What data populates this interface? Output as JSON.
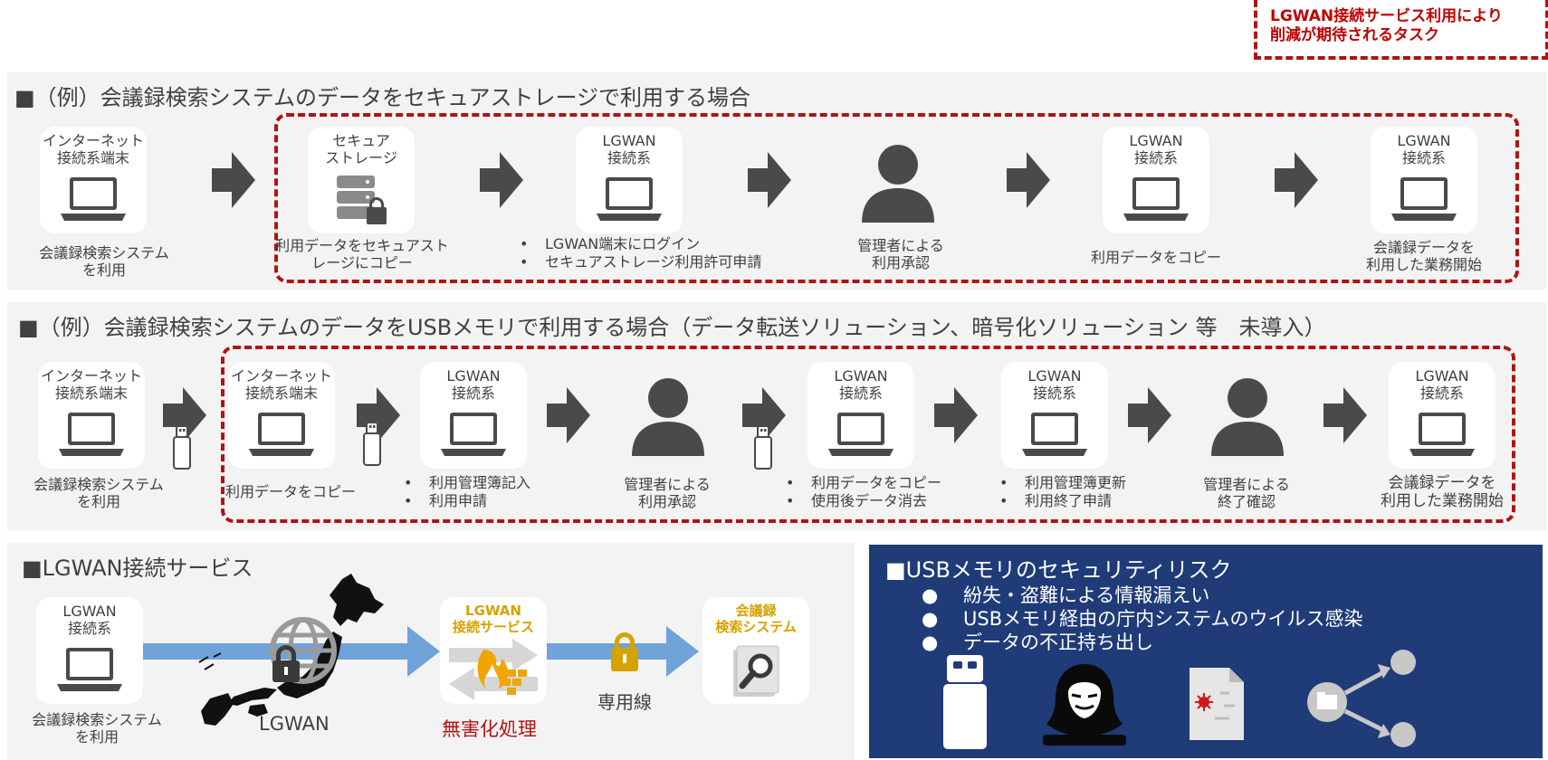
{
  "legend": {
    "line1": "LGWAN接続サービス利用により",
    "line2": "削減が期待されるタスク"
  },
  "section1": {
    "title": "■（例）会議録検索システムのデータをセキュアストレージで利用する場合",
    "cards": [
      {
        "l1": "インターネット",
        "l2": "接続系端末"
      },
      {
        "l1": "セキュア",
        "l2": "ストレージ"
      },
      {
        "l1": "LGWAN",
        "l2": "接続系"
      },
      {
        "l1": "LGWAN",
        "l2": "接続系"
      },
      {
        "l1": "LGWAN",
        "l2": "接続系"
      }
    ],
    "captions": {
      "c1a": "会議録検索システム",
      "c1b": "を利用",
      "c2a": "利用データをセキュアスト",
      "c2b": "レージにコピー",
      "c3a": "LGWAN端末にログイン",
      "c3b": "セキュアストレージ利用許可申請",
      "c4a": "管理者による",
      "c4b": "利用承認",
      "c5": "利用データをコピー",
      "c6a": "会議録データを",
      "c6b": "利用した業務開始"
    }
  },
  "section2": {
    "title": "■（例）会議録検索システムのデータをUSBメモリで利用する場合（データ転送ソリューション、暗号化ソリューション 等　未導入）",
    "cards": [
      {
        "l1": "インターネット",
        "l2": "接続系端末"
      },
      {
        "l1": "インターネット",
        "l2": "接続系端末"
      },
      {
        "l1": "LGWAN",
        "l2": "接続系"
      },
      {
        "l1": "LGWAN",
        "l2": "接続系"
      },
      {
        "l1": "LGWAN",
        "l2": "接続系"
      },
      {
        "l1": "LGWAN",
        "l2": "接続系"
      }
    ],
    "captions": {
      "c1a": "会議録検索システム",
      "c1b": "を利用",
      "c2": "利用データをコピー",
      "c3a": "利用管理簿記入",
      "c3b": "利用申請",
      "c4a": "管理者による",
      "c4b": "利用承認",
      "c5a": "利用データをコピー",
      "c5b": "使用後データ消去",
      "c6a": "利用管理簿更新",
      "c6b": "利用終了申請",
      "c7a": "管理者による",
      "c7b": "終了確認",
      "c8a": "会議録データを",
      "c8b": "利用した業務開始"
    }
  },
  "section3": {
    "title": "■LGWAN接続サービス",
    "card1": {
      "l1": "LGWAN",
      "l2": "接続系"
    },
    "card2": {
      "l1": "LGWAN",
      "l2": "接続サービス"
    },
    "card3": {
      "l1": "会議録",
      "l2": "検索システム"
    },
    "cap1a": "会議録検索システム",
    "cap1b": "を利用",
    "lgwan": "LGWAN",
    "sanitize": "無害化処理",
    "dedicated": "専用線"
  },
  "section4": {
    "title": "■USBメモリのセキュリティリスク",
    "items": [
      "紛失・盗難による情報漏えい",
      "USBメモリ経由の庁内システムのウイルス感染",
      "データの不正持ち出し"
    ]
  },
  "colors": {
    "accent_red": "#b31212",
    "panel": "#f3f3f3",
    "navy": "#1f3b78",
    "icon": "#4a4a4a",
    "blue_line": "#6fa3d9",
    "gold": "#d6a200"
  }
}
